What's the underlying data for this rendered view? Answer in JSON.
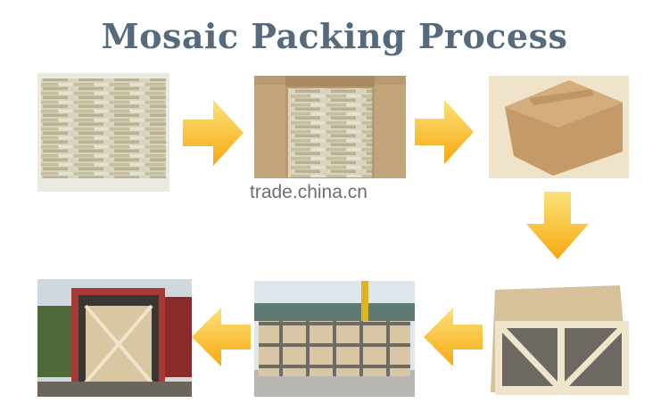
{
  "title": "Mosaic Packing Process",
  "steps": [
    {
      "name": "mosaic-sheet",
      "order": 1
    },
    {
      "name": "mosaic-in-carton",
      "order": 2
    },
    {
      "name": "sealed-carton",
      "order": 3
    },
    {
      "name": "cartons-in-wooden-crate",
      "order": 4
    },
    {
      "name": "crates-in-yard",
      "order": 5
    },
    {
      "name": "crates-loaded-in-container",
      "order": 6
    }
  ],
  "watermark": "trade.china.cn",
  "colors": {
    "title": "#566a7e",
    "arrow": "#f7b51c",
    "arrow_light": "#fde27a"
  }
}
